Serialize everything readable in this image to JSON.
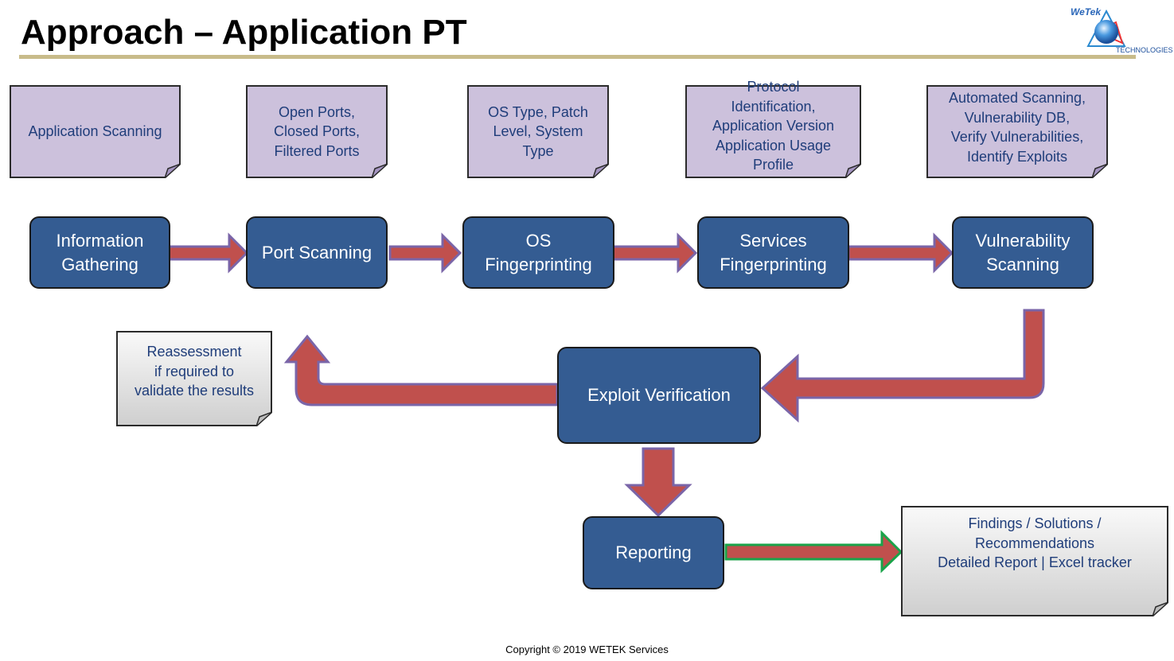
{
  "title": "Approach – Application PT",
  "logo": {
    "brand": "WeTek",
    "sub": "TECHNOLOGIES"
  },
  "notes": {
    "n1": "Application Scanning",
    "n2": "Open Ports,\nClosed Ports,\nFiltered Ports",
    "n3": "OS Type,  Patch\nLevel,       System\nType",
    "n4": "Protocol\nIdentification,\nApplication Version\nApplication Usage\nProfile",
    "n5": "Automated Scanning,\nVulnerability DB,\nVerify Vulnerabilities,\nIdentify Exploits",
    "reassess": "Reassessment\nif required to\nvalidate the results",
    "findings": "Findings / Solutions /\nRecommendations\nDetailed Report |  Excel tracker"
  },
  "steps": {
    "info": "Information\nGathering",
    "port": "Port Scanning",
    "os": "OS\nFingerprinting",
    "services": "Services\nFingerprinting",
    "vuln": "Vulnerability\nScanning",
    "exploit": "Exploit Verification",
    "reporting": "Reporting"
  },
  "colors": {
    "step_fill": "#345c92",
    "note_fill": "#ccc1dc",
    "arrow_fill": "#c0504d",
    "arrow_outline": "#7a65a8",
    "final_arrow_outline": "#1aa34a"
  },
  "copyright": "Copyright © 2019 WETEK Services"
}
